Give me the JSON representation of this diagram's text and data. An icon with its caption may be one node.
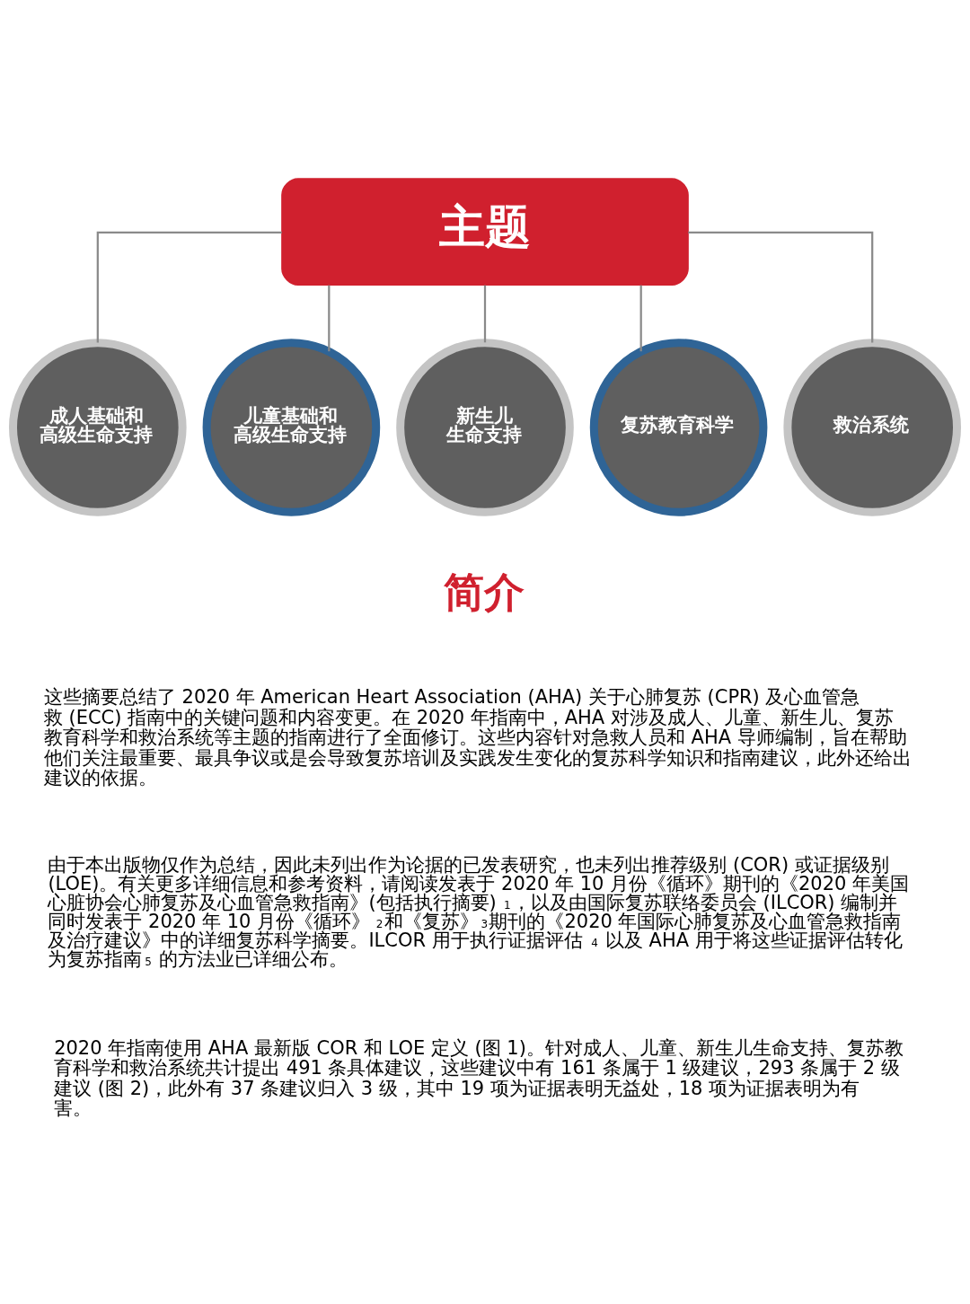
{
  "diagram": {
    "nodes": [
      {
        "text": [
          "主题"
        ]
      },
      {
        "text": [
          "成人基础和高级生命支持"
        ]
      },
      {
        "text": [
          "儿童基础和高级生命支持"
        ]
      },
      {
        "text": [
          "新生儿生命支持"
        ]
      },
      {
        "text": [
          "复苏教育科学"
        ]
      },
      {
        "text": [
          "救治系统"
        ]
      }
    ],
    "edges": [
      {
        "from": 0,
        "to": 1,
        "arrow": "none"
      },
      {
        "from": 0,
        "to": 2,
        "arrow": "none"
      },
      {
        "from": 0,
        "to": 3,
        "arrow": "none"
      },
      {
        "from": 0,
        "to": 4,
        "arrow": "none"
      },
      {
        "from": 0,
        "to": 5,
        "arrow": "none"
      }
    ],
    "labels": [
      "简介",
      "这些摘要总结了 2020 年 American Heart Association (AHA) 关于心肺复苏 (CPR) 及心血管急救 (ECC) 指南中的关键问题和内容变更。在 2020 年指南中，AHA 对涉及成人、儿童、新生儿、复苏教育科学和救治系统等主题的指南进行了全面修订。这些内容针对急救人员和 AHA 导师编制，旨在帮助他们关注最重要、最具争议或是会导致复苏培训及实践发生变化的复苏科学知识和指南建议，此外还给出建议的依据。",
      "由于本出版物仅作为总结，因此未列出作为论据的已发表研究，也未列出推荐级别 (COR) 或证据级别 (LOE)。有关更多详细信息和参考资料，请阅读发表于 2020 年 10 月份《循环》期刊的《2020 年美国心脏协会心肺复苏及心血管急救指南》(包括执行摘要)$^{1}$，以及由国际复苏联络委员会 (ILCOR) 编制并同时发表于 2020 年 10 月份《循环》$^{2}$和《复苏》$^{3}$期刊的《2020 年国际心肺复苏及心血管急救指南及治疗建议》中的详细复苏科学摘要。ILCOR 用于执行证据评估$^{4}$ 以及 AHA 用于将这些证据评估转化为复苏指南$^{5}$ 的方法业已详细公布。",
      "2020 年指南使用 AHA 最新版 COR 和 LOE 定义 (图 1)。针对成人、儿童、新生儿生命支持、复苏教育科学和救治系统共计提出 491 条具体建议，这些建议中有 161 条属于 1 级建议，293 条属于 2 级建议 (图 2)，此外有 37 条建议归入 3 级，其中 19 项为证据表明无益处，18 项为证据表明为有害。"
    ]
  }
}
